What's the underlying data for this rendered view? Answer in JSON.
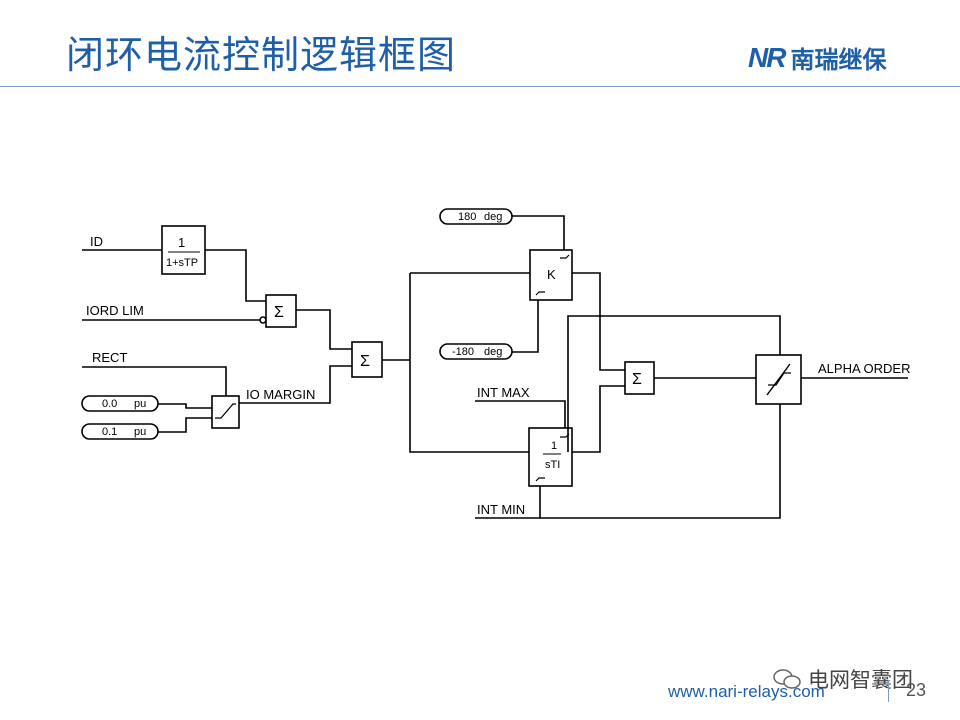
{
  "title": "闭环电流控制逻辑框图",
  "logo": {
    "mark": "NR",
    "text": "南瑞继保"
  },
  "diagram": {
    "inputs": {
      "id": "ID",
      "iord_lim": "IORD LIM",
      "rect": "RECT",
      "const_0_0": {
        "value": "0.0",
        "unit": "pu"
      },
      "const_0_1": {
        "value": "0.1",
        "unit": "pu"
      },
      "const_180": {
        "value": "180",
        "unit": "deg"
      },
      "const_neg180": {
        "value": "-180",
        "unit": "deg"
      },
      "int_max": "INT MAX",
      "int_min": "INT MIN"
    },
    "blocks": {
      "lag_num": "1",
      "lag_den": "1+sTP",
      "sum_symbol": "Σ",
      "gain": "K",
      "integ_num": "1",
      "integ_den": "sTI"
    },
    "signals": {
      "io_margin": "IO MARGIN",
      "alpha_order": "ALPHA  ORDER"
    }
  },
  "footer": {
    "website": "www.nari-relays.com",
    "page": "23",
    "watermark": "电网智囊团"
  }
}
